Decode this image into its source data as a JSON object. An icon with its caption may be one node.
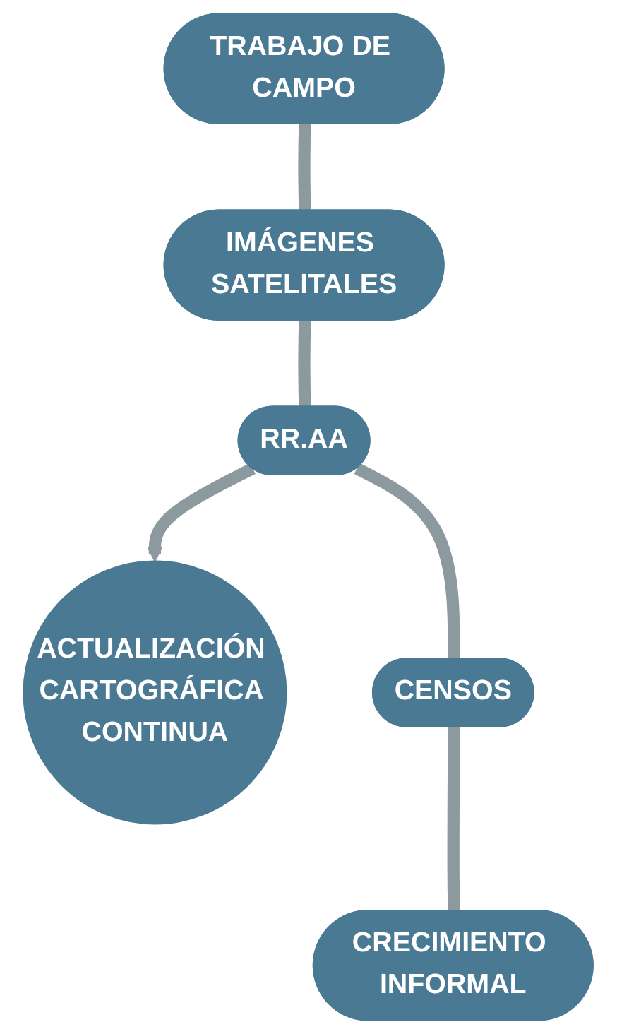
{
  "diagram": {
    "nodes": [
      {
        "text": [
          "TRABAJO DE CAMPO"
        ]
      },
      {
        "text": [
          "IMÁGENES SATELITALES"
        ]
      },
      {
        "text": [
          "RR.AA"
        ]
      },
      {
        "text": [
          "ACTUALIZACIÓN CARTOGRÁFICA CONTINUA"
        ]
      },
      {
        "text": [
          "CENSOS"
        ]
      },
      {
        "text": [
          "CRECIMIENTO INFORMAL"
        ]
      }
    ],
    "edges": [
      {
        "from": 0,
        "to": 1,
        "arrow": "none"
      },
      {
        "from": 1,
        "to": 2,
        "arrow": "none"
      },
      {
        "from": 2,
        "to": 3,
        "arrow": "to"
      },
      {
        "from": 2,
        "to": 4,
        "arrow": "none"
      },
      {
        "from": 4,
        "to": 5,
        "arrow": "none"
      }
    ]
  }
}
